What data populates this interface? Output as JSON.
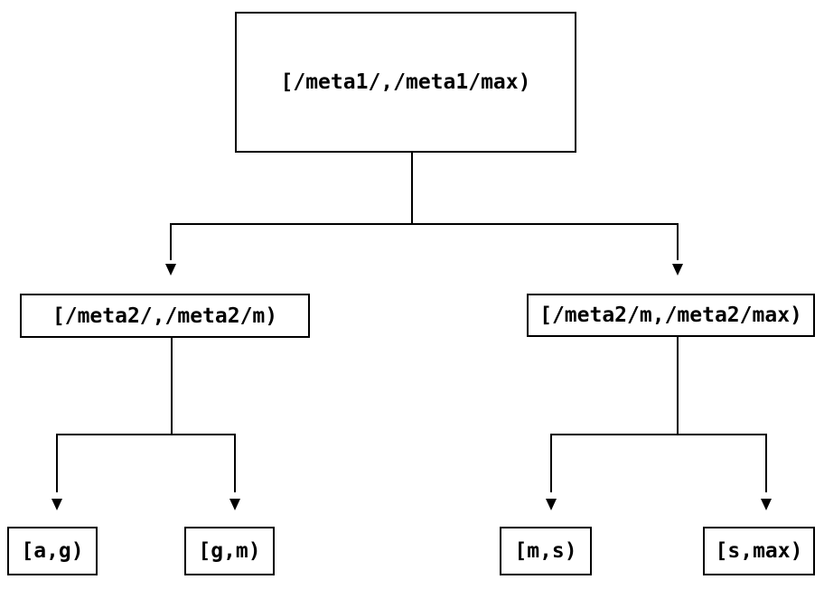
{
  "diagram": {
    "type": "tree",
    "background_color": "#ffffff",
    "line_color": "#000000",
    "text_color": "#000000",
    "nodes": {
      "root": {
        "label": "[/meta1/,/meta1/max)"
      },
      "left": {
        "label": "[/meta2/,/meta2/m)"
      },
      "right": {
        "label": "[/meta2/m,/meta2/max)"
      },
      "leaf_ag": {
        "label": "[a,g)"
      },
      "leaf_gm": {
        "label": "[g,m)"
      },
      "leaf_ms": {
        "label": "[m,s)"
      },
      "leaf_smax": {
        "label": "[s,max)"
      }
    },
    "edges": [
      {
        "from": "root",
        "to": "left"
      },
      {
        "from": "root",
        "to": "right"
      },
      {
        "from": "left",
        "to": "leaf_ag"
      },
      {
        "from": "left",
        "to": "leaf_gm"
      },
      {
        "from": "right",
        "to": "leaf_ms"
      },
      {
        "from": "right",
        "to": "leaf_smax"
      }
    ]
  }
}
